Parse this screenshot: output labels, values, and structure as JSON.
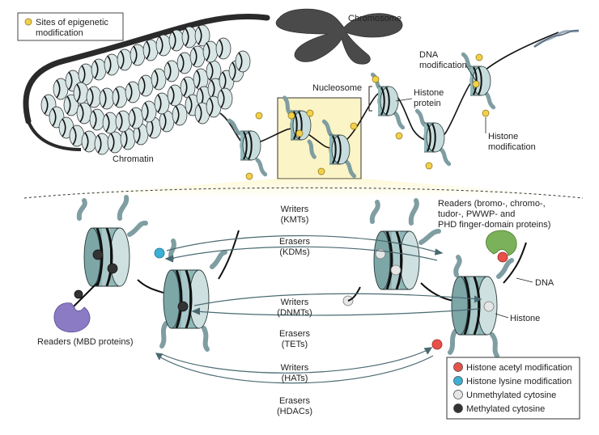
{
  "top_legend": {
    "text_line1": "Sites of epigenetic",
    "text_line2": "modification"
  },
  "labels": {
    "chromosome": "Chromosome",
    "chromatin": "Chromatin",
    "nucleosome": "Nucleosome",
    "histone_protein_1": "Histone",
    "histone_protein_2": "protein",
    "dna_modification_1": "DNA",
    "dna_modification_2": "modification",
    "histone_modification_1": "Histone",
    "histone_modification_2": "modification",
    "dna": "DNA",
    "histone": "Histone",
    "readers_mbd": "Readers (MBD proteins)",
    "readers_right_1": "Readers (bromo-, chromo-,",
    "readers_right_2": "tudor-, PWWP- and",
    "readers_right_3": "PHD finger-domain proteins)"
  },
  "cycles": {
    "kmts_top": "Writers",
    "kmts_bottom": "(KMTs)",
    "kdms_top": "Erasers",
    "kdms_bottom": "(KDMs)",
    "dnmts_top": "Writers",
    "dnmts_bottom": "(DNMTs)",
    "tets_top": "Erasers",
    "tets_bottom": "(TETs)",
    "hats_top": "Writers",
    "hats_bottom": "(HATs)",
    "hdacs_top": "Erasers",
    "hdacs_bottom": "(HDACs)"
  },
  "legend": {
    "items": [
      {
        "label": "Histone acetyl modification",
        "color": "#e8504a"
      },
      {
        "label": "Histone lysine modification",
        "color": "#3bb0d6"
      },
      {
        "label": "Unmethylated cytosine",
        "color": "#e6e6e6"
      },
      {
        "label": "Methylated cytosine",
        "color": "#333333"
      }
    ]
  },
  "colors": {
    "nucleosome_teal": "#8fb7b8",
    "nucleosome_light": "#d8e6e6",
    "mod_site_yellow": "#f2d04a",
    "reader_purple": "#8b7bc4",
    "reader_green": "#7bb15a",
    "inset_yellow": "#fbf4c6"
  }
}
